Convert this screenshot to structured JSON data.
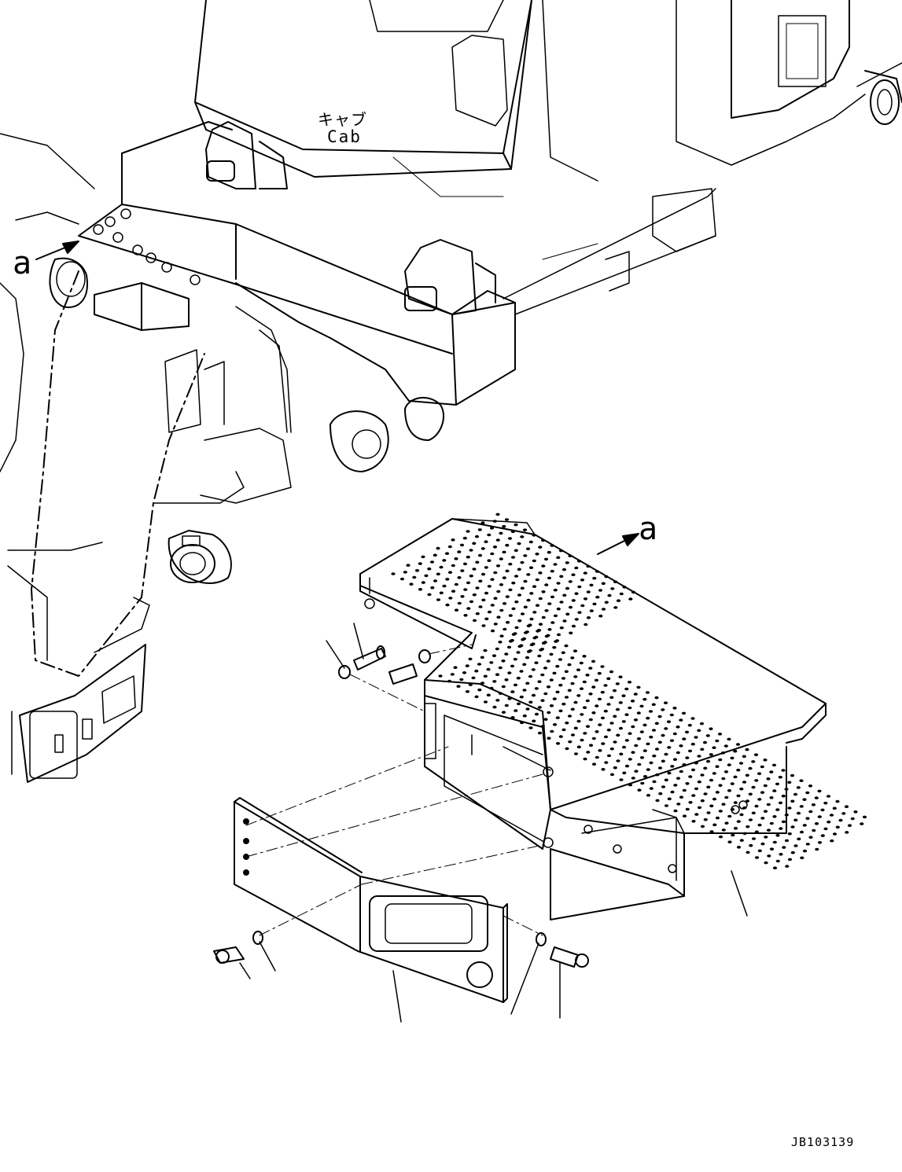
{
  "labels": {
    "cab_japanese": "キャブ",
    "cab_english": "Cab",
    "view_ref_left": "a",
    "view_ref_right": "a",
    "drawing_number": "JB103139"
  },
  "colors": {
    "ink": "#000000",
    "paper": "#ffffff"
  }
}
